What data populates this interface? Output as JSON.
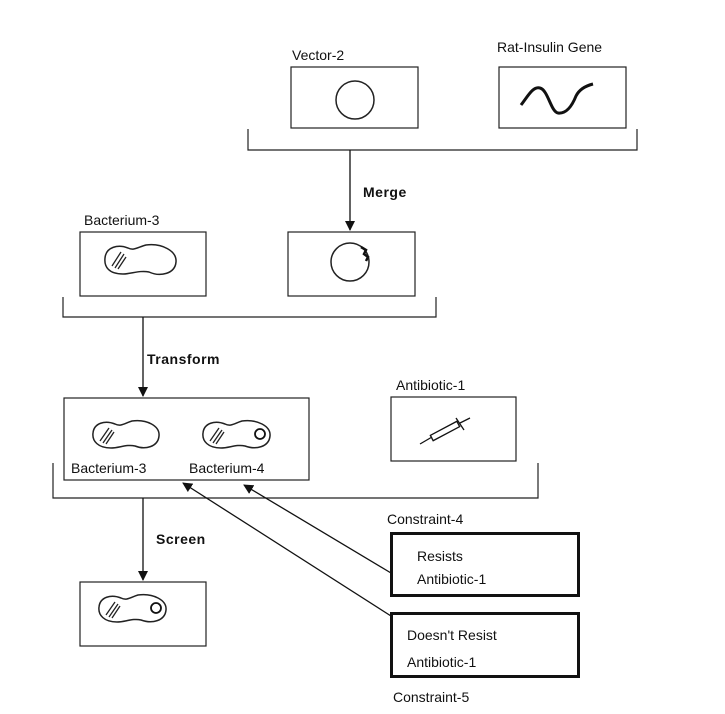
{
  "labels": {
    "vector": "Vector-2",
    "rat_insulin_gene": "Rat-Insulin Gene",
    "merge": "Merge",
    "bacterium3_top": "Bacterium-3",
    "transform": "Transform",
    "antibiotic": "Antibiotic-1",
    "bacterium3_mid": "Bacterium-3",
    "bacterium4_mid": "Bacterium-4",
    "screen": "Screen"
  },
  "constraints": [
    {
      "name": "Constraint-4",
      "line1": "Resists",
      "line2": "Antibiotic-1"
    },
    {
      "name": "Constraint-5",
      "line1": "Doesn't Resist",
      "line2": "Antibiotic-1"
    }
  ]
}
